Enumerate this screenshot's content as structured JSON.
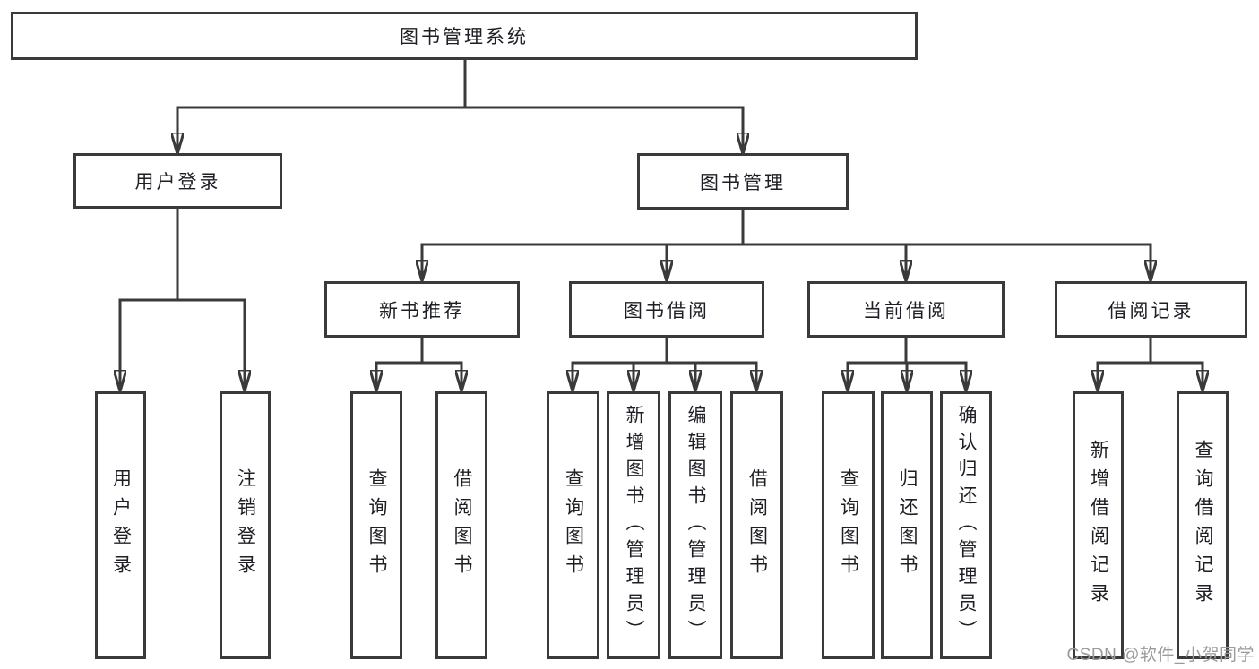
{
  "colors": {
    "line": "#3a3a3a",
    "text": "#1e1e24",
    "watermark": "#9b9b9b",
    "background": "#ffffff"
  },
  "tree": {
    "root": "图书管理系统",
    "user_login": {
      "label": "用户登录",
      "children": [
        "用户登录",
        "注销登录"
      ]
    },
    "book_mgmt": {
      "label": "图书管理",
      "groups": {
        "new_book": {
          "label": "新书推荐",
          "children": [
            "查询图书",
            "借阅图书"
          ]
        },
        "book_borrow": {
          "label": "图书借阅",
          "children": [
            "查询图书",
            "新增图书（管理员）",
            "编辑图书（管理员）",
            "借阅图书"
          ]
        },
        "current_borrow": {
          "label": "当前借阅",
          "children": [
            "查询图书",
            "归还图书",
            "确认归还（管理员）"
          ]
        },
        "borrow_records": {
          "label": "借阅记录",
          "children": [
            "新增借阅记录",
            "查询借阅记录"
          ]
        }
      }
    }
  },
  "watermark": "CSDN @软件_小贺同学"
}
